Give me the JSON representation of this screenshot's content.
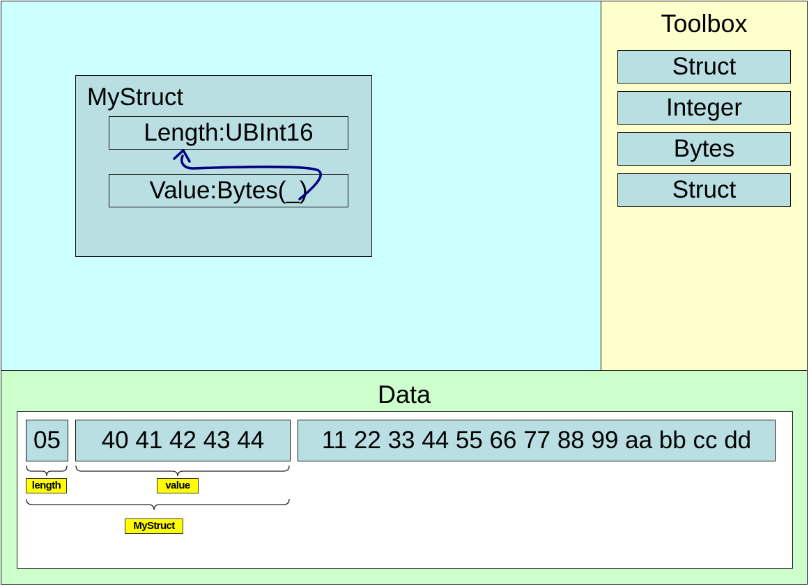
{
  "toolbox": {
    "title": "Toolbox",
    "items": [
      {
        "label": "Struct"
      },
      {
        "label": "Integer"
      },
      {
        "label": "Bytes"
      },
      {
        "label": "Struct"
      }
    ]
  },
  "canvas": {
    "struct": {
      "name": "MyStruct",
      "fields": [
        {
          "label": "Length:UBInt16"
        },
        {
          "label": "Value:Bytes(_)"
        }
      ],
      "link": "value length refers to Length field"
    }
  },
  "data": {
    "title": "Data",
    "blocks": [
      {
        "text": "05"
      },
      {
        "text": "40 41 42 43 44"
      },
      {
        "text": "11 22 33 44 55 66 77 88 99 aa bb cc dd"
      }
    ],
    "tags": {
      "length": "length",
      "value": "value",
      "mystruct": "MyStruct"
    }
  },
  "colors": {
    "canvas_bg": "#ccffff",
    "toolbox_bg": "#ffffcc",
    "data_bg": "#ccffcc",
    "item_bg": "#b9dfe3",
    "tag_bg": "#ffff00",
    "arrow": "#000080"
  }
}
